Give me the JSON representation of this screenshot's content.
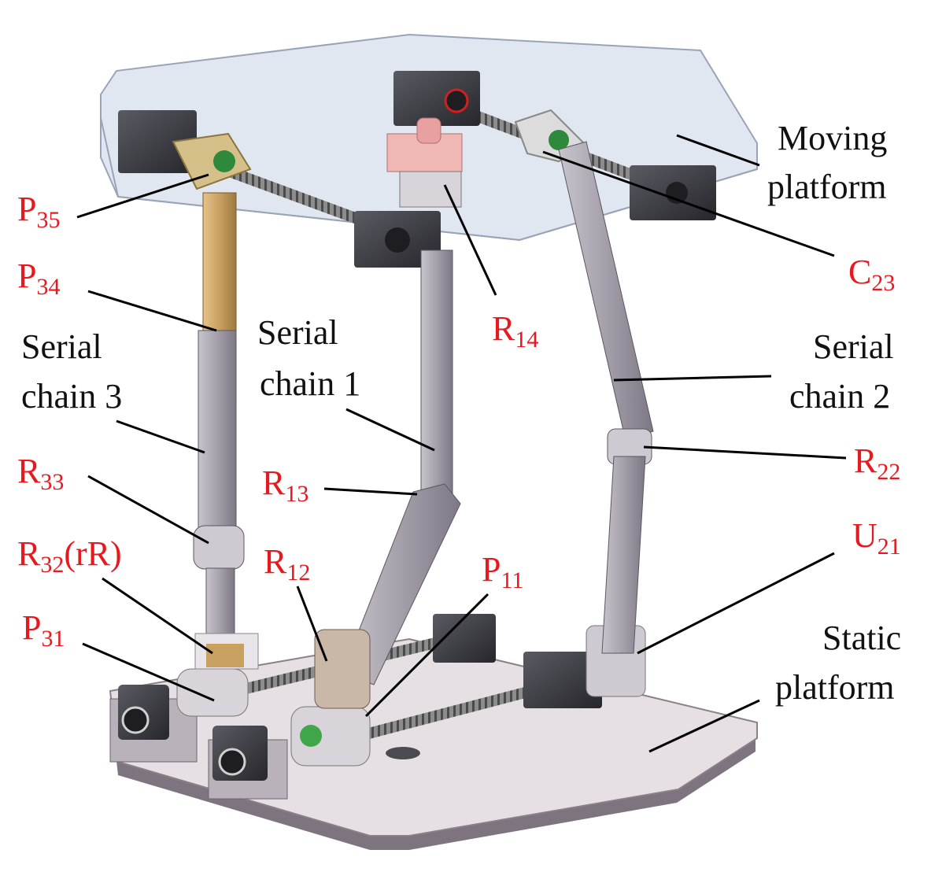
{
  "colors": {
    "joint_label": "#e8191e",
    "description_label": "#111111",
    "leader_line": "#000000",
    "moving_platform": "#c9d3e4",
    "static_platform": "#e6dfe3",
    "link_gray": "#a8a4ad",
    "link_gold": "#c8a060",
    "bearing_block": "#3a3a40",
    "hinge_pink": "#f0b8b4"
  },
  "joint_labels": {
    "p35": {
      "base": "P",
      "sub": "35"
    },
    "p34": {
      "base": "P",
      "sub": "34"
    },
    "r33": {
      "base": "R",
      "sub": "33"
    },
    "r32": {
      "base": "R",
      "sub": "32",
      "suffix": "(rR)"
    },
    "p31": {
      "base": "P",
      "sub": "31"
    },
    "r14": {
      "base": "R",
      "sub": "14"
    },
    "r13": {
      "base": "R",
      "sub": "13"
    },
    "r12": {
      "base": "R",
      "sub": "12"
    },
    "p11": {
      "base": "P",
      "sub": "11"
    },
    "c23": {
      "base": "C",
      "sub": "23"
    },
    "r22": {
      "base": "R",
      "sub": "22"
    },
    "u21": {
      "base": "U",
      "sub": "21"
    }
  },
  "descriptions": {
    "moving_platform": {
      "line1": "Moving",
      "line2": "platform"
    },
    "static_platform": {
      "line1": "Static",
      "line2": "platform"
    },
    "serial_chain_1": {
      "line1": "Serial",
      "line2": "chain 1"
    },
    "serial_chain_2": {
      "line1": "Serial",
      "line2": "chain 2"
    },
    "serial_chain_3": {
      "line1": "Serial",
      "line2": "chain 3"
    }
  }
}
